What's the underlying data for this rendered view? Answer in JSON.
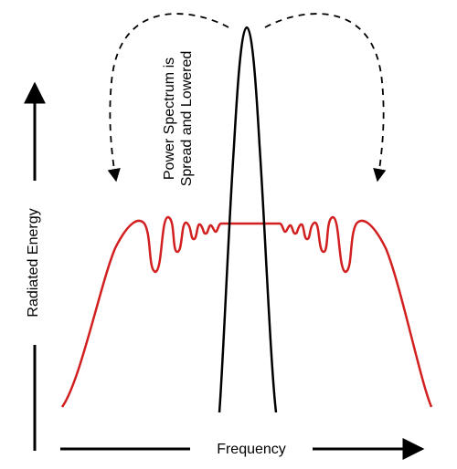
{
  "labels": {
    "y_axis": "Radiated Energy",
    "x_axis": "Frequency",
    "annotation_line1": "Power Spectrum is",
    "annotation_line2": "Spread and Lowered"
  },
  "colors": {
    "spread_curve": "#d21f1f",
    "narrow_peak": "#000000",
    "arrows": "#000000"
  }
}
